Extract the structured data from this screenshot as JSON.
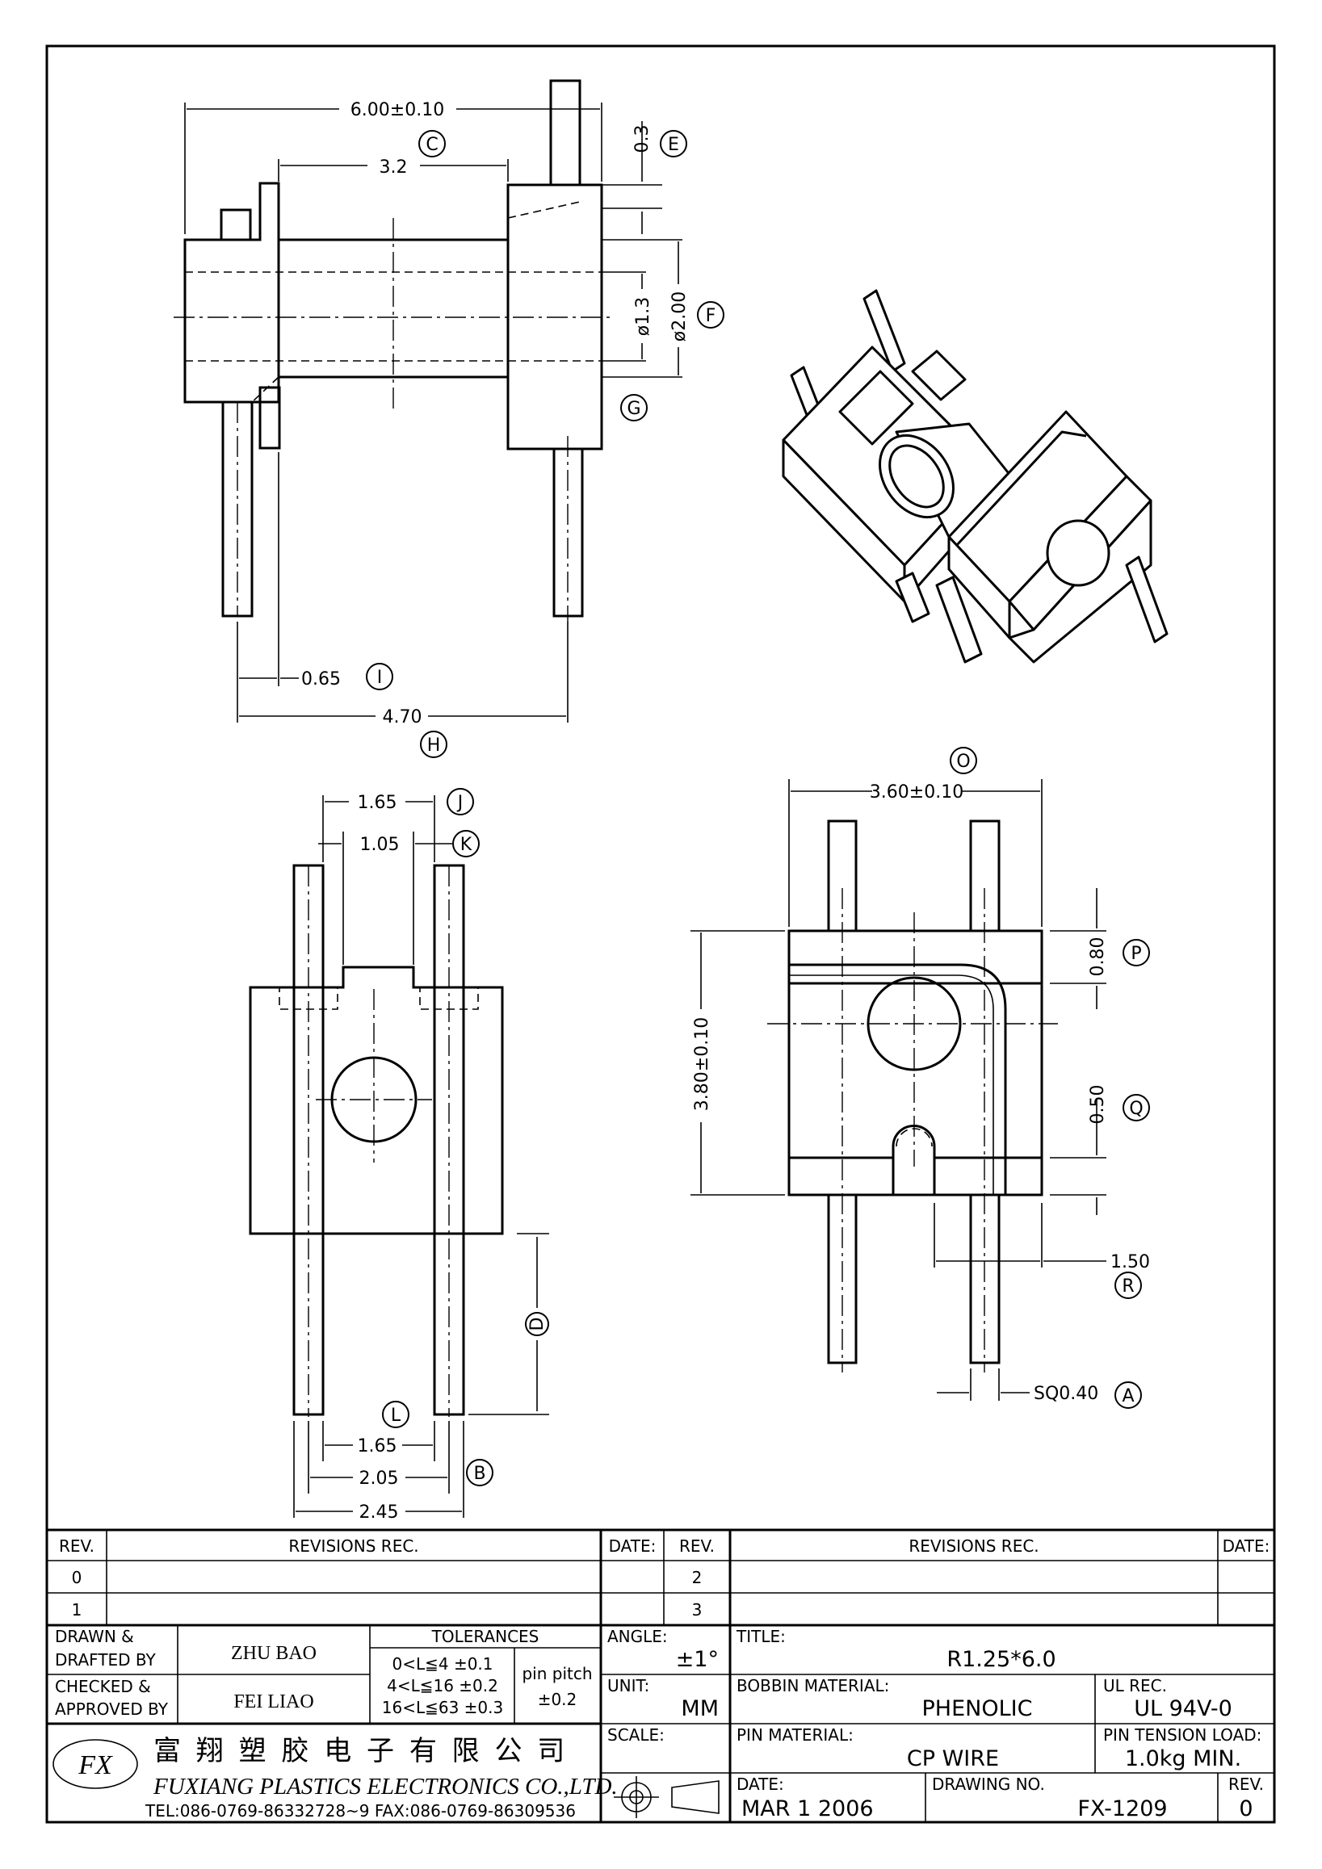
{
  "top_view": {
    "dim_length": "6.00±0.10",
    "dim_flange_gap": "3.2",
    "dim_pin_height": "0.3",
    "dim_bore": "ø1.3",
    "dim_barrel": "ø2.00",
    "dim_pin_offset": "0.65",
    "dim_pin_span": "4.70",
    "labels": {
      "c": "C",
      "e": "E",
      "f": "F",
      "g": "G",
      "i": "I",
      "h": "H"
    }
  },
  "front_view": {
    "dim_j": "1.65",
    "dim_k": "1.05",
    "dim_l": "1.65",
    "dim_m": "2.05",
    "dim_n": "2.45",
    "labels": {
      "j": "J",
      "k": "K",
      "l": "L",
      "b": "B",
      "d": "D"
    }
  },
  "side_view": {
    "dim_width": "3.60±0.10",
    "dim_height": "3.80±0.10",
    "dim_top_offset": "0.80",
    "dim_slot": "0.50",
    "dim_slot_offset": "1.50",
    "dim_pin_section": "SQ0.40",
    "labels": {
      "o": "O",
      "p": "P",
      "q": "Q",
      "r": "R",
      "a": "A"
    }
  },
  "title_block": {
    "rev_header": "REV.",
    "revisions_header": "REVISIONS   REC.",
    "date_header": "DATE:",
    "rev_rows_left": [
      "0",
      "1"
    ],
    "rev_rows_right": [
      "2",
      "3"
    ],
    "drawn_label": "DRAWN &",
    "drafted_label": "DRAFTED BY",
    "drawn_by": "ZHU BAO",
    "checked_label": "CHECKED &",
    "approved_label": "APPROVED BY",
    "checked_by": "FEI LIAO",
    "tolerances_label": "TOLERANCES",
    "tol_1": "0<L≦4    ±0.1",
    "tol_2": "4<L≦16  ±0.2",
    "tol_3": "16<L≦63  ±0.3",
    "pin_pitch_label": "pin pitch",
    "pin_pitch_tol": "±0.2",
    "angle_label": "ANGLE:",
    "angle_value": "±1°",
    "unit_label": "UNIT:",
    "unit_value": "MM",
    "scale_label": "SCALE:",
    "title_label": "TITLE:",
    "title_value": "R1.25*6.0",
    "bobbin_material_label": "BOBBIN MATERIAL:",
    "bobbin_material": "PHENOLIC",
    "ul_rec_label": "UL REC.",
    "ul_rec": "UL 94V-0",
    "pin_material_label": "PIN MATERIAL:",
    "pin_material": "CP WIRE",
    "pin_tension_label": "PIN TENSION LOAD:",
    "pin_tension": "1.0kg  MIN.",
    "date_label": "DATE:",
    "date_value": "MAR  1    2006",
    "drawing_no_label": "DRAWING NO.",
    "drawing_no": "FX-1209",
    "rev_label": "REV.",
    "rev_value": "0",
    "company_cn": "富 翔 塑 胶 电 子 有 限 公 司",
    "company_en": "FUXIANG PLASTICS ELECTRONICS CO.,LTD.",
    "contact": "TEL:086-0769-86332728~9   FAX:086-0769-86309536",
    "logo_text": "FX"
  }
}
